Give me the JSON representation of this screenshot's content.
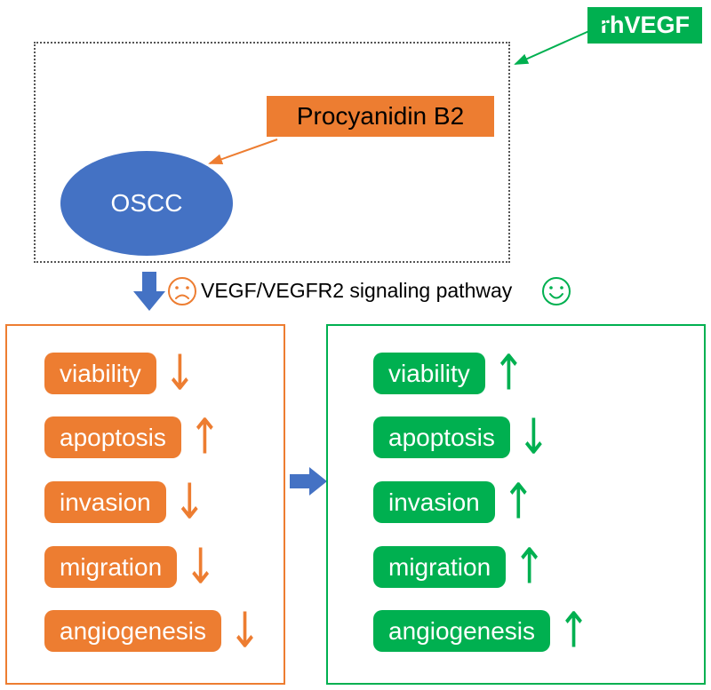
{
  "top": {
    "rhvegf_label": "rhVEGF",
    "procyanidin_label": "Procyanidin B2",
    "oscc_label": "OSCC"
  },
  "pathway": {
    "label": "VEGF/VEGFR2 signaling pathway"
  },
  "panels": {
    "left": {
      "items": [
        {
          "label": "viability",
          "arrow": "↓"
        },
        {
          "label": "apoptosis",
          "arrow": "↑"
        },
        {
          "label": "invasion",
          "arrow": "↓"
        },
        {
          "label": "migration",
          "arrow": "↓"
        },
        {
          "label": "angiogenesis",
          "arrow": "↓"
        }
      ]
    },
    "right": {
      "items": [
        {
          "label": "viability",
          "arrow": "↑"
        },
        {
          "label": "apoptosis",
          "arrow": "↓"
        },
        {
          "label": "invasion",
          "arrow": "↑"
        },
        {
          "label": "migration",
          "arrow": "↑"
        },
        {
          "label": "angiogenesis",
          "arrow": "↑"
        }
      ]
    }
  },
  "colors": {
    "orange": "#ED7D31",
    "green": "#00B050",
    "blue": "#4472C4"
  }
}
